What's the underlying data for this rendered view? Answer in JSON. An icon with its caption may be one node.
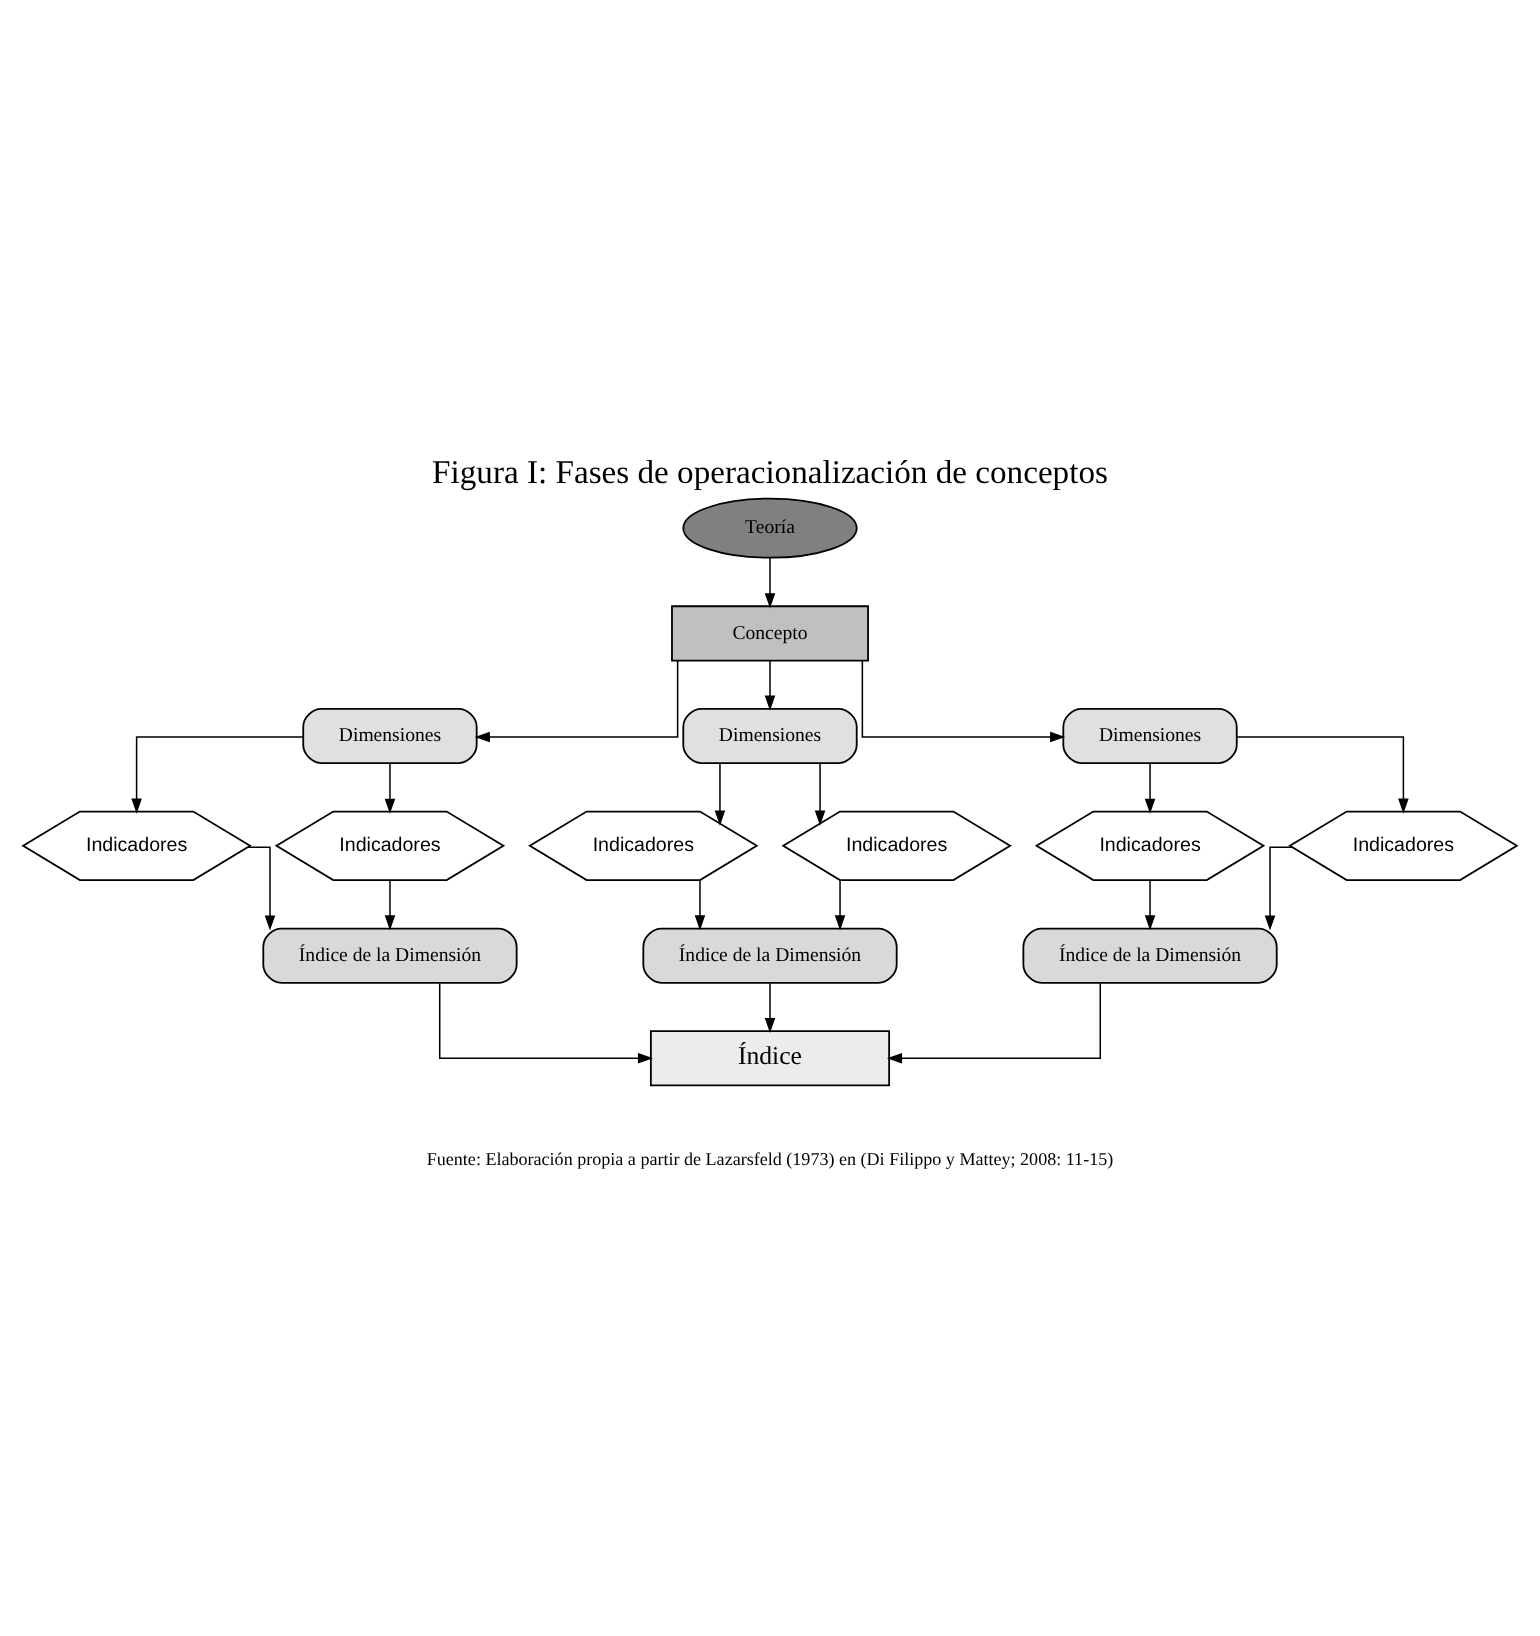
{
  "diagram": {
    "title": "Figura I: Fases de operacionalización de conceptos",
    "caption": "Fuente: Elaboración propia a partir de Lazarsfeld (1973) en (Di Filippo y Mattey; 2008: 11-15)",
    "nodes": [
      {
        "text": [
          "Teoría"
        ]
      },
      {
        "text": [
          "Concepto"
        ]
      },
      {
        "text": [
          "Dimensiones"
        ]
      },
      {
        "text": [
          "Dimensiones"
        ]
      },
      {
        "text": [
          "Dimensiones"
        ]
      },
      {
        "text": [
          "Indicadores"
        ]
      },
      {
        "text": [
          "Indicadores"
        ]
      },
      {
        "text": [
          "Indicadores"
        ]
      },
      {
        "text": [
          "Indicadores"
        ]
      },
      {
        "text": [
          "Indicadores"
        ]
      },
      {
        "text": [
          "Indicadores"
        ]
      },
      {
        "text": [
          "Índice de la Dimensión"
        ]
      },
      {
        "text": [
          "Índice de la Dimensión"
        ]
      },
      {
        "text": [
          "Índice de la Dimensión"
        ]
      },
      {
        "text": [
          "Índice"
        ]
      }
    ],
    "edges": [
      {
        "from": 0,
        "to": 1,
        "arrow": "to"
      },
      {
        "from": 1,
        "to": 2,
        "arrow": "to"
      },
      {
        "from": 1,
        "to": 3,
        "arrow": "to"
      },
      {
        "from": 1,
        "to": 4,
        "arrow": "to"
      },
      {
        "from": 2,
        "to": 5,
        "arrow": "to"
      },
      {
        "from": 2,
        "to": 6,
        "arrow": "to"
      },
      {
        "from": 3,
        "to": 7,
        "arrow": "to"
      },
      {
        "from": 3,
        "to": 8,
        "arrow": "to"
      },
      {
        "from": 4,
        "to": 9,
        "arrow": "to"
      },
      {
        "from": 4,
        "to": 10,
        "arrow": "to"
      },
      {
        "from": 5,
        "to": 11,
        "arrow": "to"
      },
      {
        "from": 6,
        "to": 11,
        "arrow": "to"
      },
      {
        "from": 7,
        "to": 12,
        "arrow": "to"
      },
      {
        "from": 8,
        "to": 12,
        "arrow": "to"
      },
      {
        "from": 9,
        "to": 13,
        "arrow": "to"
      },
      {
        "from": 10,
        "to": 13,
        "arrow": "to"
      },
      {
        "from": 11,
        "to": 14,
        "arrow": "to"
      },
      {
        "from": 12,
        "to": 14,
        "arrow": "to"
      },
      {
        "from": 13,
        "to": 14,
        "arrow": "to"
      }
    ]
  }
}
